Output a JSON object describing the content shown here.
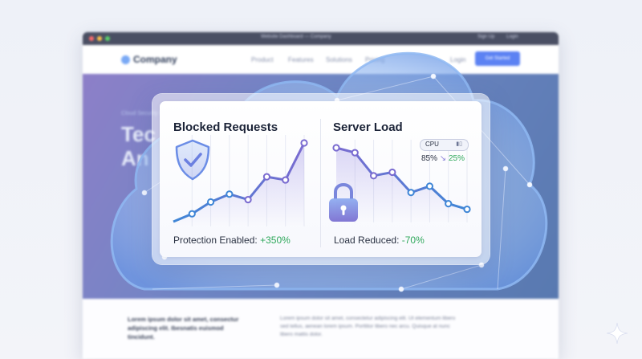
{
  "browser": {
    "titlebar_center": "Website Dashboard — Company",
    "titlebar_right": [
      "Sign Up",
      "Login"
    ],
    "logo_text": "Company",
    "nav_items": [
      "Product",
      "Features",
      "Solutions",
      "Pricing",
      "Login"
    ],
    "nav_cta": "Get Started",
    "hero_eyebrow": "Cloud Security Platform",
    "hero_title": "Tec\nAn",
    "below_left": "Lorem ipsum dolor sit amet, consectur adipiscing elit. Ibesnatis euismod tincidunt.",
    "below_right": "Lorem ipsum dolor sit amet, consectetur adipiscing elit. Ut elementum libero sed tellus, aenean lorem ipsum. Porttitor libero nec arcu. Quisque at nunc libero mattis dolor."
  },
  "panels": {
    "left": {
      "title": "Blocked Requests",
      "footnote_label": "Protection Enabled:",
      "footnote_value": "+350%",
      "icon": "shield-check-icon"
    },
    "right": {
      "title": "Server Load",
      "footnote_label": "Load Reduced:",
      "footnote_value": "-70%",
      "icon": "padlock-icon",
      "cpu_label": "CPU",
      "cpu_from": "85%",
      "cpu_to": "25%"
    }
  },
  "colors": {
    "accent_line": "#4d7fd8",
    "accent_purple": "#7a6bd0",
    "positive": "#2fa85b"
  },
  "chart_data": [
    {
      "type": "line",
      "title": "Blocked Requests",
      "trend": "increasing",
      "values": [
        0.0,
        0.1,
        0.25,
        0.35,
        0.28,
        0.57,
        0.53,
        1.0
      ]
    },
    {
      "type": "line",
      "title": "Server Load",
      "trend": "decreasing",
      "values": [
        1.0,
        0.93,
        0.6,
        0.65,
        0.36,
        0.45,
        0.2,
        0.12
      ]
    }
  ]
}
